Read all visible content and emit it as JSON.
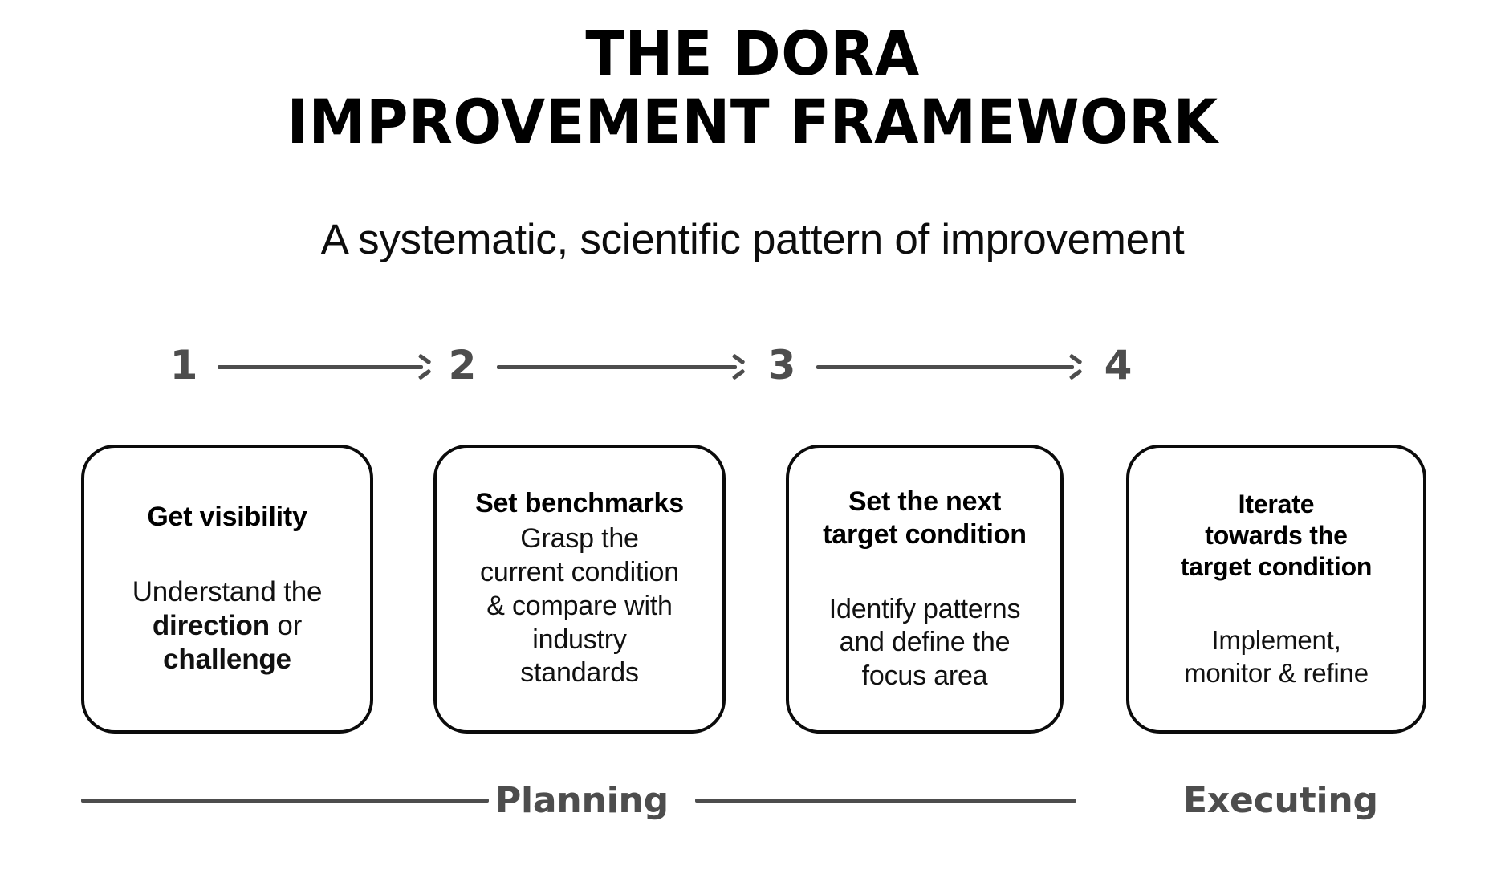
{
  "title": {
    "line1": "THE DORA",
    "line2": "IMPROVEMENT FRAMEWORK"
  },
  "subtitle": "A systematic, scientific pattern of improvement",
  "colors": {
    "text": "#0b0b0b",
    "muted": "#4d4d4d",
    "background": "#ffffff",
    "card_border": "#0b0b0b"
  },
  "steps": [
    {
      "number": "1"
    },
    {
      "number": "2"
    },
    {
      "number": "3"
    },
    {
      "number": "4"
    }
  ],
  "cards": [
    {
      "heading": "Get visibility",
      "body_plain": "Understand the direction or challenge",
      "body_parts": [
        {
          "text": "Understand the",
          "bold": false
        },
        {
          "text": "direction",
          "bold": true
        },
        {
          "text": "or",
          "bold": false
        },
        {
          "text": "challenge",
          "bold": true
        }
      ],
      "heading_body_gap": "large"
    },
    {
      "heading": "Set benchmarks",
      "body_plain": "Grasp the current condition & compare with industry standards",
      "body_parts": [
        {
          "text": "Grasp the current condition & compare with industry standards",
          "bold": false
        }
      ],
      "heading_body_gap": "small"
    },
    {
      "heading": "Set the next target condition",
      "body_plain": "Identify patterns and define the focus area",
      "body_parts": [
        {
          "text": "Identify patterns and define the focus area",
          "bold": false
        }
      ],
      "heading_body_gap": "large"
    },
    {
      "heading": "Iterate towards the target condition",
      "body_plain": "Implement, monitor & refine",
      "body_parts": [
        {
          "text": "Implement, monitor & refine",
          "bold": false
        }
      ],
      "heading_body_gap": "large"
    }
  ],
  "card_lines": {
    "card1_heading": "Get visibility",
    "card1_body_l1": "Understand the",
    "card1_body_l2_a": "direction",
    "card1_body_l2_b": " or",
    "card1_body_l3": "challenge",
    "card2_heading": "Set benchmarks",
    "card2_body_l1": "Grasp the",
    "card2_body_l2": "current condition",
    "card2_body_l3": "& compare with",
    "card2_body_l4": "industry",
    "card2_body_l5": "standards",
    "card3_heading_l1": "Set the next",
    "card3_heading_l2": "target condition",
    "card3_body_l1": "Identify patterns",
    "card3_body_l2": "and define the",
    "card3_body_l3": "focus area",
    "card4_heading_l1": "Iterate",
    "card4_heading_l2": "towards the",
    "card4_heading_l3": "target condition",
    "card4_body_l1": "Implement,",
    "card4_body_l2": "monitor & refine"
  },
  "phases": {
    "planning": "Planning",
    "executing": "Executing"
  }
}
